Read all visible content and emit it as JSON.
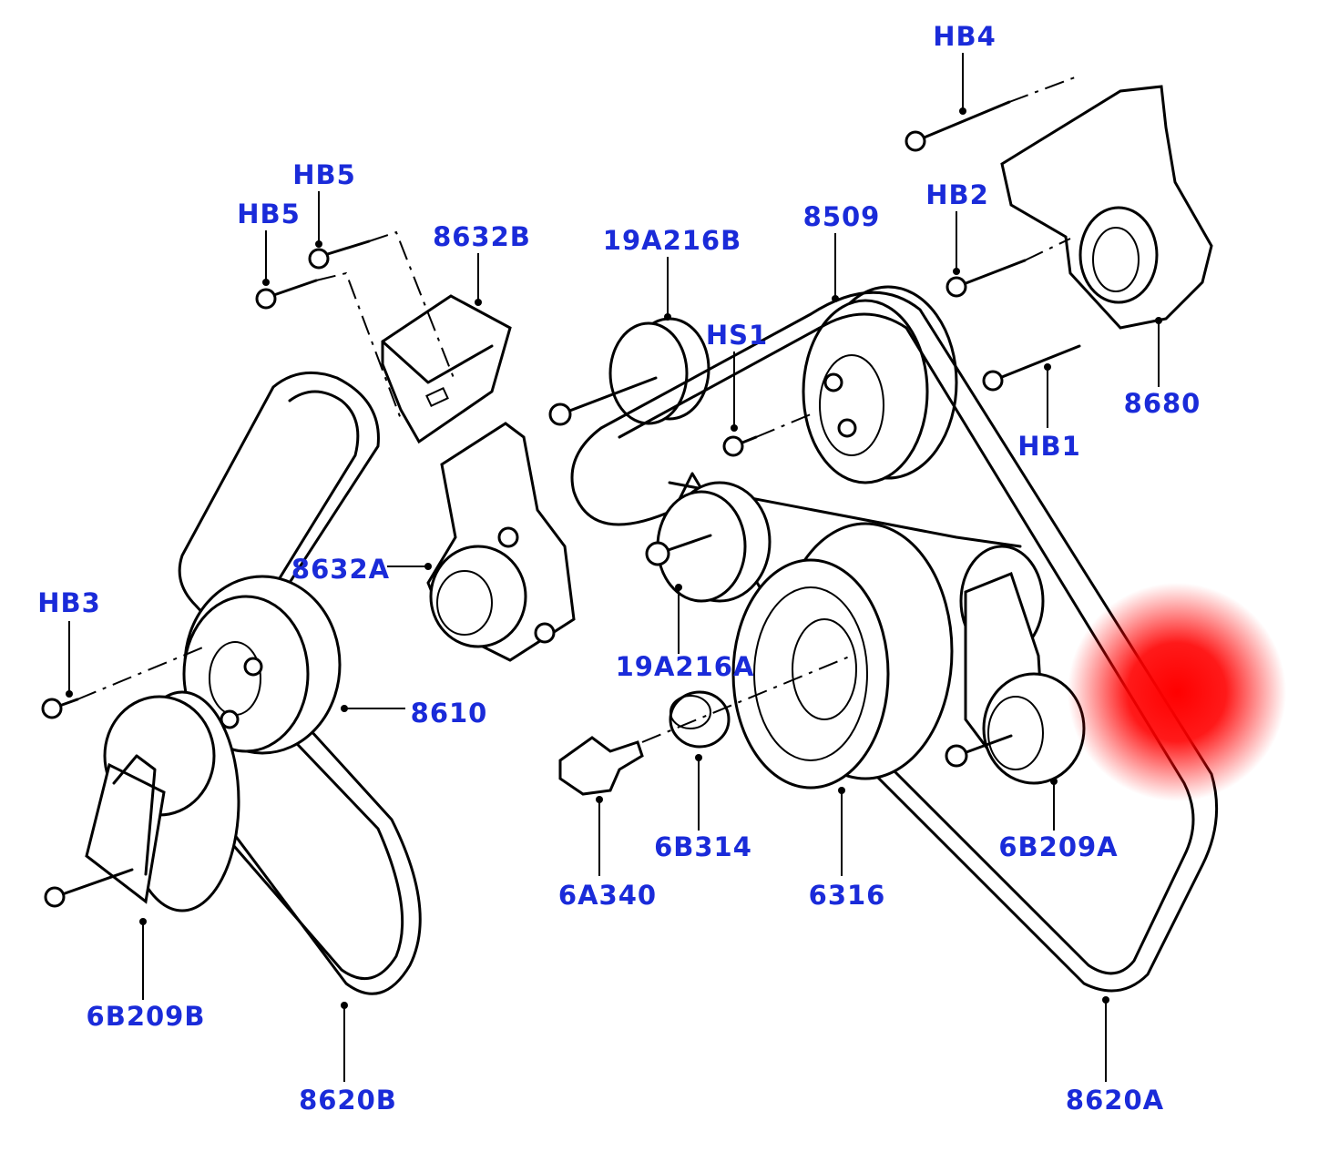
{
  "callouts": [
    {
      "id": "HB4",
      "label": "HB4"
    },
    {
      "id": "HB5a",
      "label": "HB5"
    },
    {
      "id": "HB5b",
      "label": "HB5"
    },
    {
      "id": "8632B",
      "label": "8632B"
    },
    {
      "id": "19A216B",
      "label": "19A216B"
    },
    {
      "id": "8509",
      "label": "8509"
    },
    {
      "id": "HB2",
      "label": "HB2"
    },
    {
      "id": "HS1",
      "label": "HS1"
    },
    {
      "id": "HB1",
      "label": "HB1"
    },
    {
      "id": "8680",
      "label": "8680"
    },
    {
      "id": "8632A",
      "label": "8632A"
    },
    {
      "id": "HB3",
      "label": "HB3"
    },
    {
      "id": "19A216A",
      "label": "19A216A"
    },
    {
      "id": "8610",
      "label": "8610"
    },
    {
      "id": "6B314",
      "label": "6B314"
    },
    {
      "id": "6B209A",
      "label": "6B209A"
    },
    {
      "id": "6A340",
      "label": "6A340"
    },
    {
      "id": "6316",
      "label": "6316"
    },
    {
      "id": "6B209B",
      "label": "6B209B"
    },
    {
      "id": "8620B",
      "label": "8620B"
    },
    {
      "id": "8620A",
      "label": "8620A"
    }
  ],
  "colors": {
    "callout": "#1a2bd9",
    "line": "#000000",
    "marker": "#ff0000"
  }
}
